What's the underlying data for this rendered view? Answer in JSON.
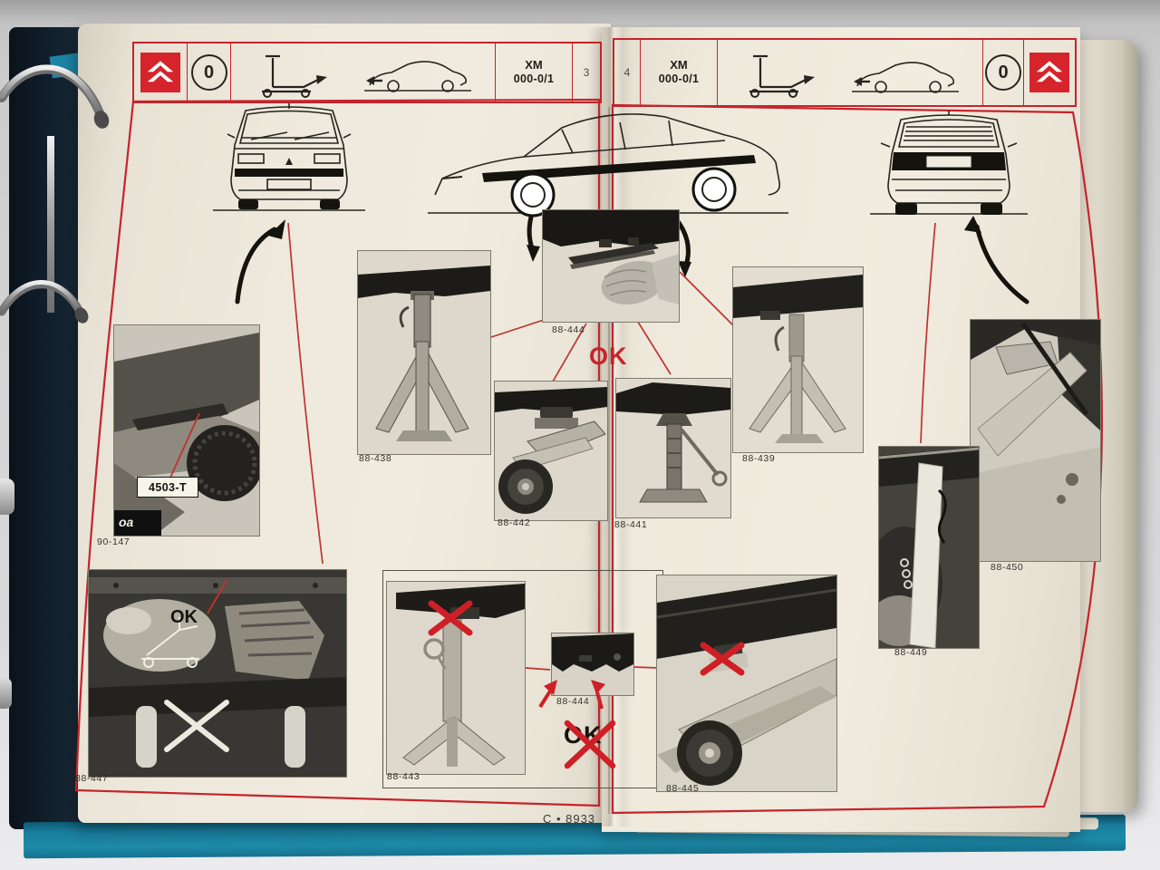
{
  "header_left": {
    "section_badge": "0",
    "model": "XM",
    "doc_ref": "000-0/1",
    "page_number": "3"
  },
  "header_right": {
    "section_badge": "0",
    "model": "XM",
    "doc_ref": "000-0/1",
    "page_number": "4"
  },
  "figures": {
    "underbody_front": {
      "label": "90-147",
      "tool_callout": "4503-T",
      "watermark": "oa"
    },
    "stand_front_sill": {
      "label": "88-438"
    },
    "hand_plate": {
      "label": "88-444"
    },
    "trolley_jack_pad": {
      "label": "88-442"
    },
    "screw_jack": {
      "label": "88-441"
    },
    "stand_rear_sill": {
      "label": "88-439"
    },
    "rear_arm_jack": {
      "label": "88-450"
    },
    "rear_post": {
      "label": "88-449"
    },
    "engine_underbody": {
      "label": "88-447",
      "annotation": "OK"
    },
    "stand_wrong": {
      "label": "88-443"
    },
    "sill_tabs": {
      "label": "88-444"
    },
    "trolley_jack_wrong": {
      "label": "88-445"
    }
  },
  "annotations": {
    "ok_jack_points": "OK",
    "ok_crossed": "OK"
  },
  "footer": {
    "print_code": "C • 8933"
  },
  "colors": {
    "accent_red": "#c5242b",
    "binder_teal": "#1a7f9f",
    "page_cream": "#ebe6d9"
  }
}
